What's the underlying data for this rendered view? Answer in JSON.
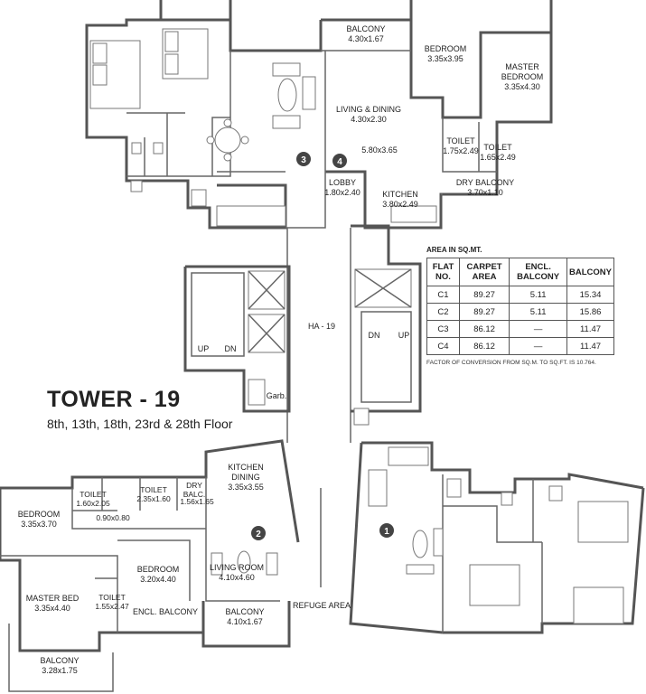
{
  "tower": {
    "title": "TOWER - 19",
    "floors": "8th, 13th, 18th, 23rd & 28th Floor"
  },
  "core": {
    "ha_label": "HA - 19",
    "refuge_label": "REFUGE AREA",
    "garb_label": "Garb.",
    "stair_left_up": "UP",
    "stair_left_dn": "DN",
    "stair_right_dn": "DN",
    "stair_right_up": "UP"
  },
  "flat_numbers": [
    "1",
    "2",
    "3",
    "4"
  ],
  "rooms": {
    "balcony_top": {
      "name": "BALCONY",
      "size": "4.30x1.67"
    },
    "bedroom_top": {
      "name": "BEDROOM",
      "size": "3.35x3.95"
    },
    "master_bedroom_top": {
      "name1": "MASTER",
      "name2": "BEDROOM",
      "size": "3.35x4.30"
    },
    "living_dining_top": {
      "name": "LIVING & DINING",
      "size": "4.30x2.30"
    },
    "living_dining_size2": "5.80x3.65",
    "toilet_top_1": {
      "name": "TOILET",
      "size": "1.75x2.49"
    },
    "toilet_top_2": {
      "name": "TOILET",
      "size": "1.65x2.49"
    },
    "dry_balcony_top": {
      "name": "DRY BALCONY",
      "size": "3.70x1.10"
    },
    "lobby_top": {
      "name": "LOBBY",
      "size": "1.80x2.40"
    },
    "kitchen_top": {
      "name": "KITCHEN",
      "size": "3.80x2.49"
    },
    "kitchen_dining_bl": {
      "name1": "KITCHEN",
      "name2": "DINING",
      "size": "3.35x3.55"
    },
    "bedroom_bl": {
      "name": "BEDROOM",
      "size": "3.35x3.70"
    },
    "toilet_bl_1": {
      "name": "TOILET",
      "size": "1.60x2.05"
    },
    "toilet_bl_2": {
      "name": "TOILET",
      "size": "2.35x1.60"
    },
    "dry_balc_bl": {
      "name1": "DRY",
      "name2": "BALC.",
      "size": "1.56x1.65"
    },
    "passage_bl": {
      "size": "0.90x0.80"
    },
    "bedroom_bl_2": {
      "name": "BEDROOM",
      "size": "3.20x4.40"
    },
    "living_room_bl": {
      "name": "LIVING ROOM",
      "size": "4.10x4.60"
    },
    "master_bed_bl": {
      "name": "MASTER BED",
      "size": "3.35x4.40"
    },
    "toilet_bl_3": {
      "name": "TOILET",
      "size": "1.55x2.47"
    },
    "encl_balcony_bl": {
      "name": "ENCL. BALCONY"
    },
    "balcony_bl_1": {
      "name": "BALCONY",
      "size": "4.10x1.67"
    },
    "balcony_bl_2": {
      "name": "BALCONY",
      "size": "3.28x1.75"
    }
  },
  "area_table": {
    "caption": "AREA IN SQ.MT.",
    "headers": [
      "FLAT NO.",
      "CARPET AREA",
      "ENCL. BALCONY",
      "BALCONY"
    ],
    "rows": [
      [
        "C1",
        "89.27",
        "5.11",
        "15.34"
      ],
      [
        "C2",
        "89.27",
        "5.11",
        "15.86"
      ],
      [
        "C3",
        "86.12",
        "—",
        "11.47"
      ],
      [
        "C4",
        "86.12",
        "—",
        "11.47"
      ]
    ],
    "note": "FACTOR OF CONVERSION FROM SQ.M. TO SQ.FT. IS 10.764."
  }
}
